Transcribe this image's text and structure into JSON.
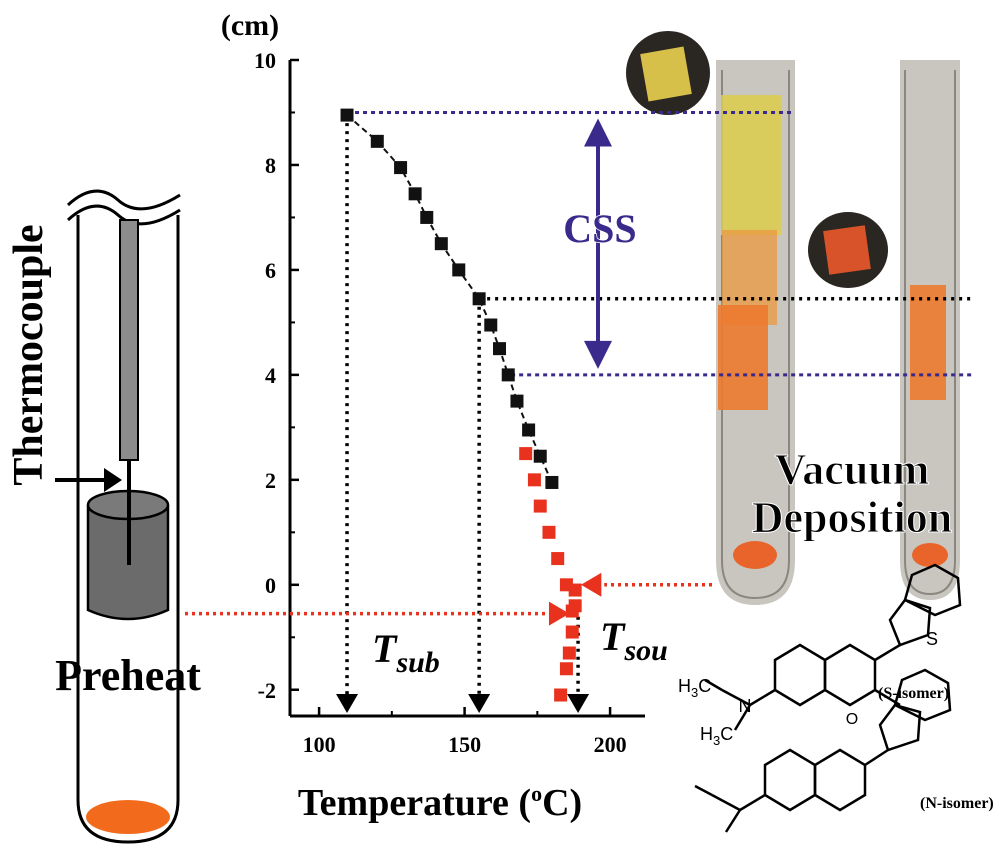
{
  "chart_data": {
    "type": "scatter",
    "xlabel": "Temperature (",
    "xlabel_sup": "o",
    "xlabel_end": "C)",
    "ylabel": "(cm)",
    "xlim": [
      90,
      212
    ],
    "ylim": [
      -2.5,
      10
    ],
    "xticks": [
      "100",
      "150",
      "200"
    ],
    "xtick_values": [
      100,
      150,
      200
    ],
    "yticks": [
      "-2",
      "0",
      "2",
      "4",
      "6",
      "8",
      "10"
    ],
    "ytick_values": [
      -2,
      0,
      2,
      4,
      6,
      8,
      10
    ],
    "series": [
      {
        "color": "#111111",
        "x": [
          109.6,
          120,
          128,
          133,
          137,
          142,
          148,
          155,
          159,
          162,
          165,
          168,
          172,
          176,
          180
        ],
        "y": [
          8.95,
          8.45,
          7.95,
          7.45,
          7.0,
          6.5,
          6.0,
          5.45,
          4.95,
          4.5,
          4.0,
          3.5,
          2.95,
          2.45,
          1.95
        ]
      },
      {
        "color": "#e8321e",
        "x": [
          171,
          174,
          176,
          179,
          182,
          185,
          187,
          188,
          188,
          187,
          186,
          185,
          183
        ],
        "y": [
          2.5,
          2.0,
          1.5,
          1.0,
          0.5,
          0.0,
          -0.5,
          -0.1,
          -0.4,
          -0.9,
          -1.3,
          -1.6,
          -2.1
        ]
      }
    ],
    "annotations": {
      "css_label": "CSS",
      "t_sub": "T",
      "t_sub_subscript": "sub",
      "t_sou": "T",
      "t_sou_subscript": "sou",
      "vacuum_line1": "Vacuum",
      "vacuum_line2": "Deposition",
      "thermocouple": "Thermocouple",
      "preheat": "Preheat",
      "s_isomer": "(S-isomer)",
      "n_isomer": "(N-isomer)",
      "h3c_1": "H",
      "h3c_1_sub": "3",
      "h3c_1_c": "C",
      "h3c_2": "H",
      "h3c_2_sub": "3",
      "h3c_2_c": "C",
      "n_atom": "N",
      "o_atom": "O",
      "s_atom": "S"
    },
    "guides": {
      "t_sub_value": 109.6,
      "t_mid_value": 155,
      "t_sou_value": 189,
      "css_top": 9.0,
      "css_mid": 5.45,
      "css_bottom": 4.0,
      "red_level": -0.55
    },
    "colors": {
      "black_marker": "#111111",
      "red_marker": "#e8321e",
      "css_arrow": "#3a2a8c",
      "dotted_blue": "#3a2a8c",
      "heater": "#6b6b6b",
      "source_orange": "#f26b1d"
    }
  }
}
